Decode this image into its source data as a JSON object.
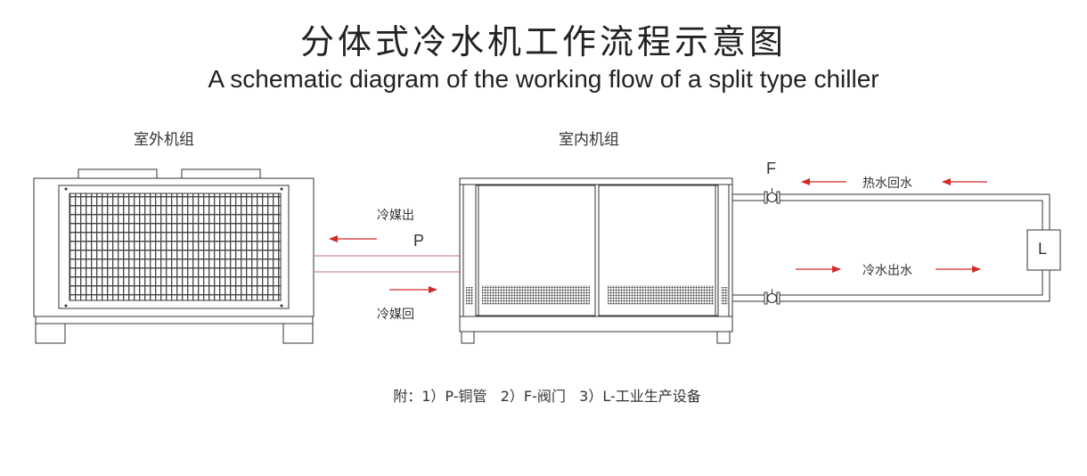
{
  "title": "分体式冷水机工作流程示意图",
  "subtitle": "A schematic diagram of the working flow of a split type chiller",
  "outdoor_unit": {
    "label": "室外机组",
    "icon": "condenser-unit-icon"
  },
  "indoor_unit": {
    "label": "室内机组",
    "icon": "chiller-cabinet-icon"
  },
  "refrigerant": {
    "out_label": "冷媒出",
    "return_label": "冷媒回",
    "pipe_letter": "P"
  },
  "water": {
    "valve_letter": "F",
    "hot_return_label": "热水回水",
    "cold_supply_label": "冷水出水",
    "equipment_letter": "L"
  },
  "colors": {
    "arrow": "#d32a2a",
    "refrigerant_pipe": "#c98bb0",
    "line": "#333333"
  },
  "footnote": "附：1）P-铜管   2）F-阀门   3）L-工业生产设备"
}
